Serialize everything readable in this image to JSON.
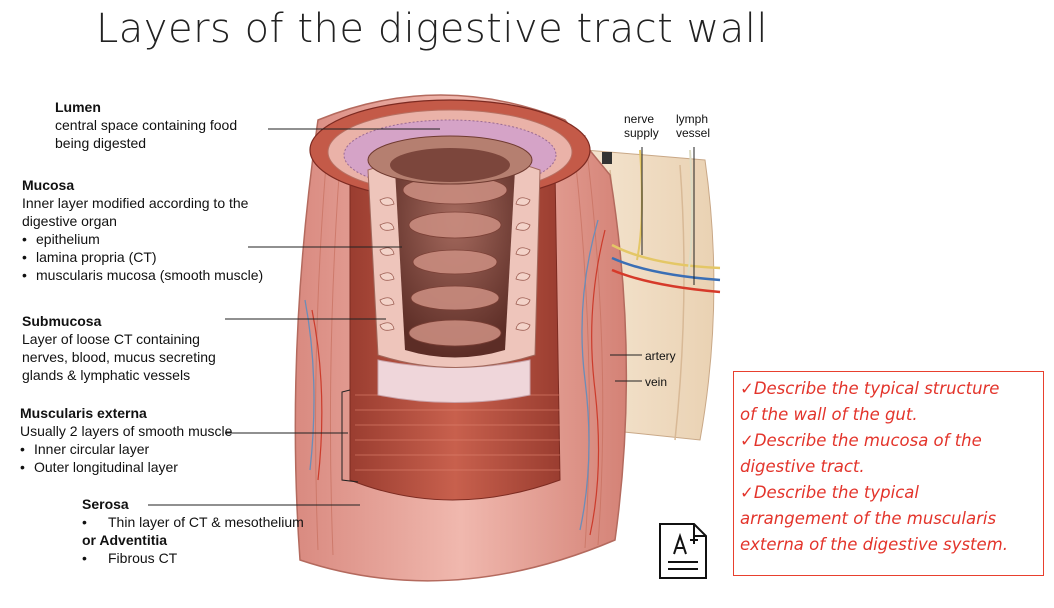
{
  "title": "Layers of the digestive tract wall",
  "lumen": {
    "heading": "Lumen",
    "lines": [
      "central space containing food",
      "being digested"
    ]
  },
  "mucosa": {
    "heading": "Mucosa",
    "lines": [
      "Inner layer modified according to the",
      "digestive organ"
    ],
    "bullets": [
      "epithelium",
      "lamina propria (CT)",
      "muscularis mucosa (smooth muscle)"
    ]
  },
  "submucosa": {
    "heading": "Submucosa",
    "lines": [
      "Layer of loose CT containing",
      "nerves, blood, mucus secreting",
      "glands & lymphatic vessels"
    ]
  },
  "muscularis": {
    "heading": "Muscularis externa",
    "lines": [
      "Usually 2 layers of smooth muscle"
    ],
    "bullets": [
      "Inner circular layer",
      "Outer longitudinal layer"
    ]
  },
  "serosa": {
    "heading": "Serosa",
    "bullet1": "Thin layer of  CT & mesothelium",
    "heading2": "or Adventitia",
    "bullet2": "Fibrous CT"
  },
  "labels": {
    "nerve_line1": "nerve",
    "nerve_line2": "supply",
    "lymph_line1": "lymph",
    "lymph_line2": "vessel",
    "artery": "artery",
    "vein": "vein"
  },
  "objectives": [
    "✓Describe the typical structure",
    "of the wall of the gut.",
    "✓Describe the mucosa of the",
    "digestive tract.",
    "✓Describe the typical",
    "arrangement of the muscularis",
    "externa of the digestive system."
  ],
  "icons": {
    "grade_document": "grade-document-icon",
    "checkmark": "checkmark"
  },
  "colors": {
    "objective_red": "#e3342b",
    "tissue_pink": "#e8a49a",
    "muscle_red": "#b8503f"
  }
}
